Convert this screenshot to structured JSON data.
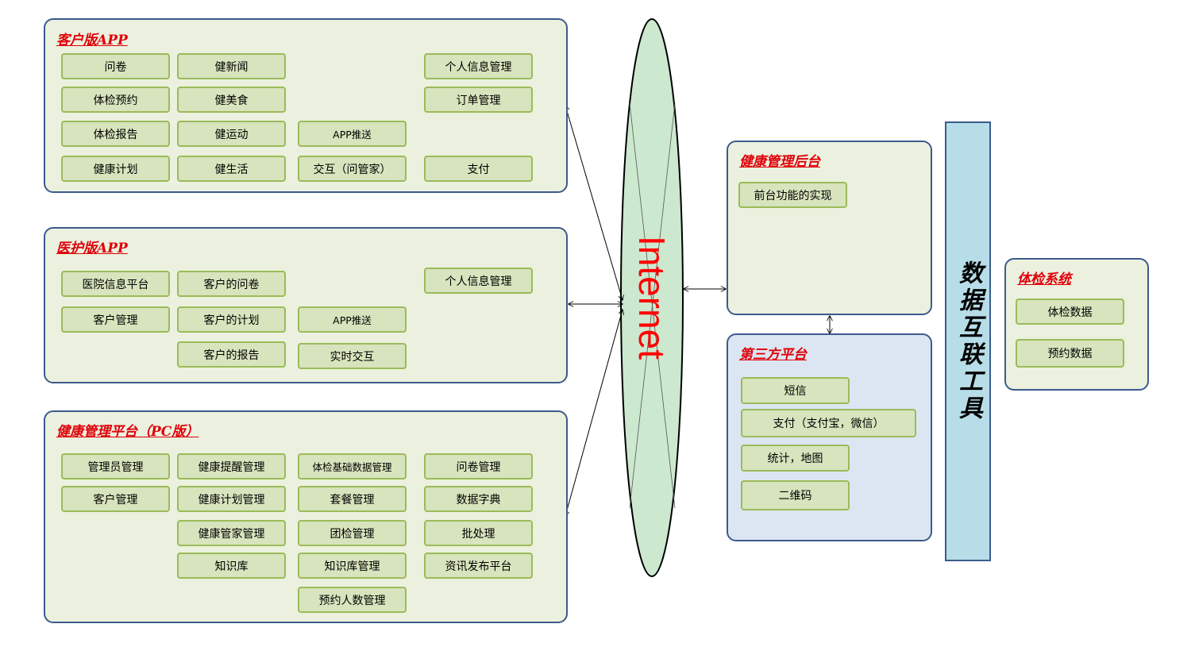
{
  "customer_app": {
    "title": "客户版APP",
    "items": [
      "问卷",
      "健新闻",
      "个人信息管理",
      "体检预约",
      "健美食",
      "订单管理",
      "体检报告",
      "健运动",
      "APP推送",
      "健康计划",
      "健生活",
      "交互（问管家）",
      "支付"
    ]
  },
  "medical_app": {
    "title": "医护版APP",
    "items": [
      "医院信息平台",
      "客户的问卷",
      "个人信息管理",
      "客户管理",
      "客户的计划",
      "APP推送",
      "客户的报告",
      "实时交互"
    ]
  },
  "pc_platform": {
    "title": "健康管理平台（PC版）",
    "items": [
      "管理员管理",
      "健康提醒管理",
      "体检基础数据管理",
      "问卷管理",
      "客户管理",
      "健康计划管理",
      "套餐管理",
      "数据字典",
      "健康管家管理",
      "团检管理",
      "批处理",
      "知识库",
      "知识库管理",
      "资讯发布平台",
      "预约人数管理"
    ]
  },
  "internet": {
    "label": "Internet"
  },
  "backend": {
    "title": "健康管理后台",
    "items": [
      "前台功能的实现"
    ]
  },
  "third_party": {
    "title": "第三方平台",
    "items": [
      "短信",
      "支付（支付宝，微信）",
      "统计，地图",
      "二维码"
    ]
  },
  "data_tool": {
    "label": "数据互联工具"
  },
  "exam_system": {
    "title": "体检系统",
    "items": [
      "体检数据",
      "预约数据"
    ]
  },
  "colors": {
    "panel_fill": "#ebf1de",
    "panel_border": "#3c5a8c",
    "box_fill": "#d7e4bd",
    "box_border": "#9bbb59",
    "title_red": "#e0000a",
    "internet_fill": "#cce8cf",
    "third_party_fill": "#dce6f2",
    "tool_fill": "#b7dde8"
  }
}
